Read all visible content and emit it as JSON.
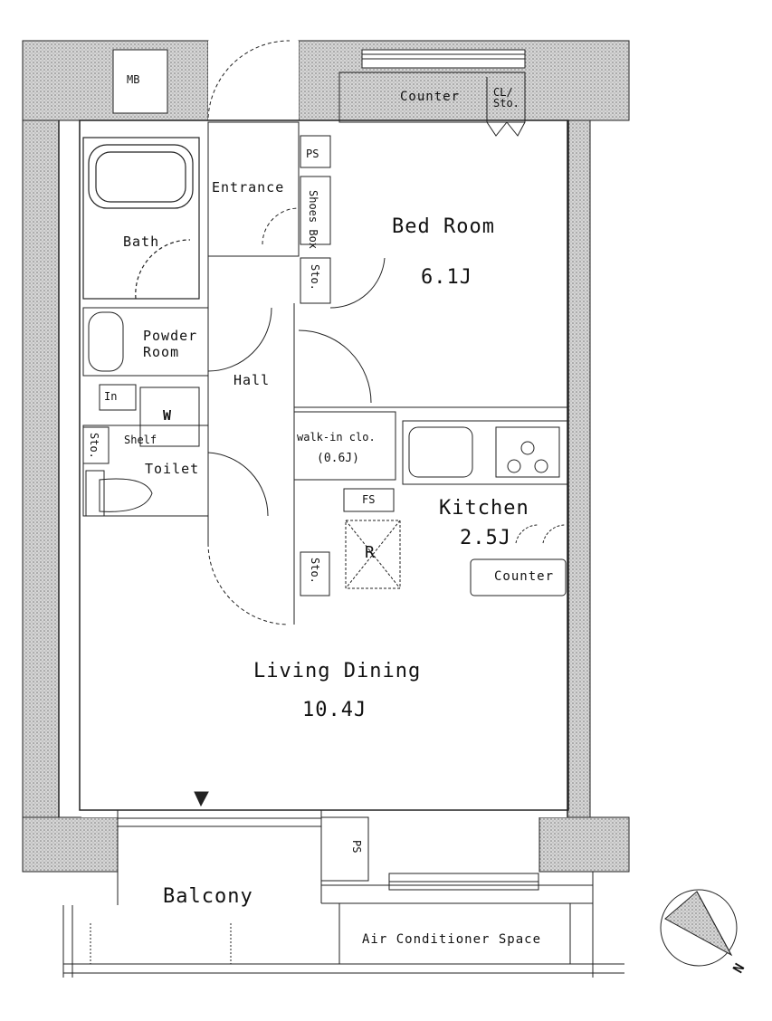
{
  "rooms": {
    "bedroom": {
      "name": "Bed Room",
      "size": "6.1J"
    },
    "living": {
      "name": "Living Dining",
      "size": "10.4J"
    },
    "kitchen": {
      "name": "Kitchen",
      "size": "2.5J"
    },
    "balcony": {
      "name": "Balcony"
    },
    "entrance": {
      "name": "Entrance"
    },
    "bath": {
      "name": "Bath"
    },
    "powder": {
      "name": "Powder\nRoom"
    },
    "hall": {
      "name": "Hall"
    },
    "toilet": {
      "name": "Toilet"
    },
    "walkin": {
      "name": "walk-in clo.",
      "size": "(0.6J)"
    }
  },
  "fixtures": {
    "mb": "MB",
    "counter_top": "Counter",
    "cl_sto": "CL/\nSto.",
    "ps_top": "PS",
    "shoes_box": "Shoes Box",
    "sto1": "Sto.",
    "w": "W",
    "shelf": "Shelf",
    "fs": "FS",
    "r": "R",
    "sto2": "Sto.",
    "counter_kitchen": "Counter",
    "ps_bottom": "PS",
    "ac_space": "Air Conditioner Space",
    "compass_n": "N",
    "in": "In",
    "sto3": "Sto."
  }
}
